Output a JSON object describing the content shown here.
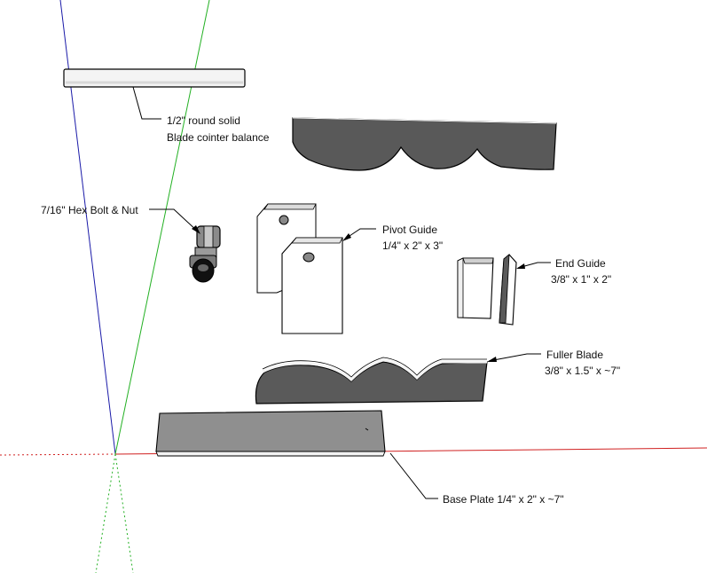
{
  "labels": {
    "rod_line1": "1/2\" round solid",
    "rod_line2": "Blade cointer balance",
    "bolt": "7/16\" Hex Bolt & Nut",
    "pivot_line1": "Pivot Guide",
    "pivot_line2": "1/4\" x 2\" x 3\"",
    "end_line1": "End Guide",
    "end_line2": "3/8\" x 1\" x 2\"",
    "fuller_line1": "Fuller Blade",
    "fuller_line2": "3/8\" x 1.5\" x ~7\"",
    "base": "Base Plate 1/4\" x 2\" x ~7\""
  },
  "colors": {
    "background": "#ffffff",
    "part_dark": "#595959",
    "part_mid": "#8f8f8f",
    "part_light": "#f2f2f2",
    "edge": "#000000",
    "axis_blue": "#1a1aa8",
    "axis_green": "#22b022",
    "axis_red": "#d02020"
  }
}
